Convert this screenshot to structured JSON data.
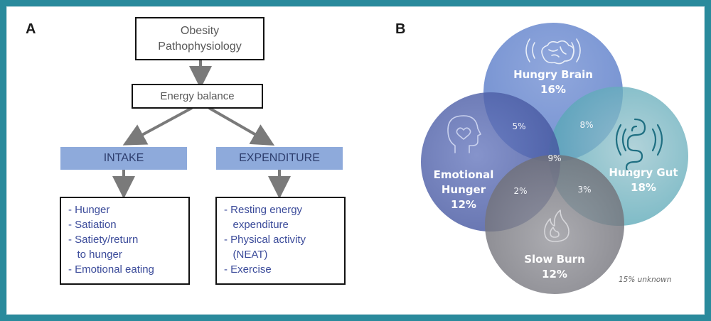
{
  "panel_a": {
    "letter": "A",
    "root": {
      "line1": "Obesity",
      "line2": "Pathophysiology"
    },
    "energy_balance": "Energy balance",
    "intake": {
      "label": "INTAKE",
      "items": [
        "- Hunger",
        "- Satiation",
        "- Satiety/return",
        "   to hunger",
        "- Emotional eating"
      ]
    },
    "expenditure": {
      "label": "EXPENDITURE",
      "items": [
        "- Resting energy",
        "   expenditure",
        "- Physical activity",
        "   (NEAT)",
        "- Exercise"
      ]
    }
  },
  "panel_b": {
    "letter": "B",
    "circles": {
      "hungry_brain": {
        "name": "Hungry Brain",
        "pct": "16%",
        "color": "#5c7ec9",
        "icon": "brain-icon"
      },
      "hungry_gut": {
        "name": "Hungry Gut",
        "pct": "18%",
        "color": "#4fa3b3",
        "icon": "gut-icon"
      },
      "emotional_hunger": {
        "name_line1": "Emotional",
        "name_line2": "Hunger",
        "pct": "12%",
        "color": "#42539c",
        "icon": "head-heart-icon"
      },
      "slow_burn": {
        "name": "Slow Burn",
        "pct": "12%",
        "color": "#6b6b73",
        "icon": "flame-icon"
      }
    },
    "overlaps": {
      "brain_emotional": "5%",
      "brain_gut": "8%",
      "center": "9%",
      "emotional_slow": "2%",
      "gut_slow": "3%"
    },
    "unknown_note": "15% unknown"
  }
}
